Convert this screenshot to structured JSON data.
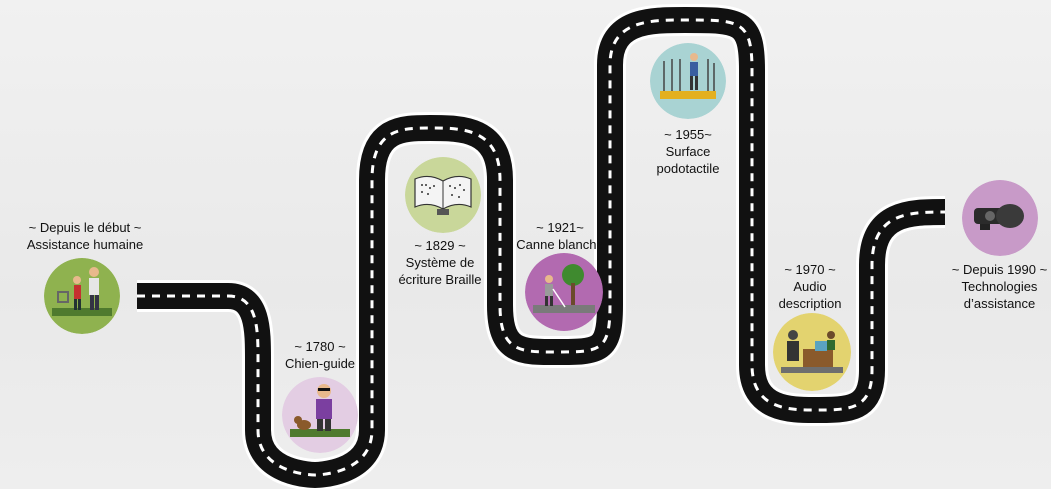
{
  "milestones": [
    {
      "id": "human",
      "date": "~ Depuis le début ~",
      "title": [
        "Assistance humaine"
      ],
      "color": "#8fb24f"
    },
    {
      "id": "guide-dog",
      "date": "~ 1780 ~",
      "title": [
        "Chien-guide"
      ],
      "color": "#d9c7dc"
    },
    {
      "id": "braille",
      "date": "~ 1829 ~",
      "title": [
        "Système de",
        "écriture Braille"
      ],
      "color": "#c9d79a"
    },
    {
      "id": "white-cane",
      "date": "~ 1921~",
      "title": [
        "Canne blanche"
      ],
      "color": "#b26ab0"
    },
    {
      "id": "tactile",
      "date": "~ 1955~",
      "title": [
        "Surface",
        "podotactile"
      ],
      "color": "#a9d3d3"
    },
    {
      "id": "audio-desc",
      "date": "~ 1970 ~",
      "title": [
        "Audio",
        "description"
      ],
      "color": "#e3d36f"
    },
    {
      "id": "assistive-tech",
      "date": "~ Depuis 1990 ~",
      "title": [
        "Technologies",
        "d’assistance"
      ],
      "color": "#c08ac2"
    }
  ],
  "road": {
    "asphalt": "#111111",
    "border": "#ffffff",
    "dashes": "#ffffff"
  }
}
